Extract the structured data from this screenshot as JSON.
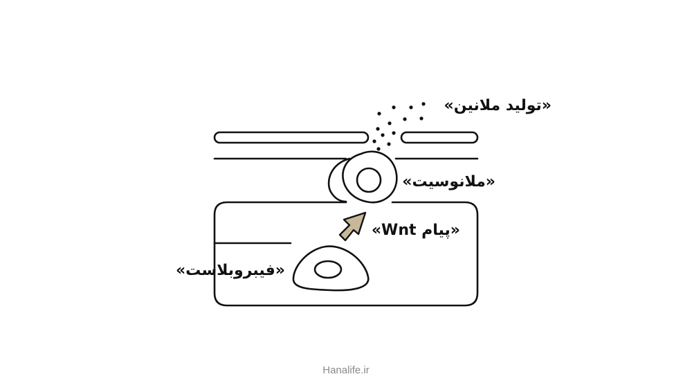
{
  "labels": {
    "melanin_production": "«تولید ملانین»",
    "melanocyte": "«ملانوسیت»",
    "wnt_signal": "«پیام Wnt»",
    "fibroblast": "«فیبروبلاست»"
  },
  "watermark": "Hanalife.ir",
  "colors": {
    "stroke": "#111111",
    "arrow_fill": "#c8b89a",
    "background": "#ffffff",
    "watermark": "#8a8a8a"
  }
}
